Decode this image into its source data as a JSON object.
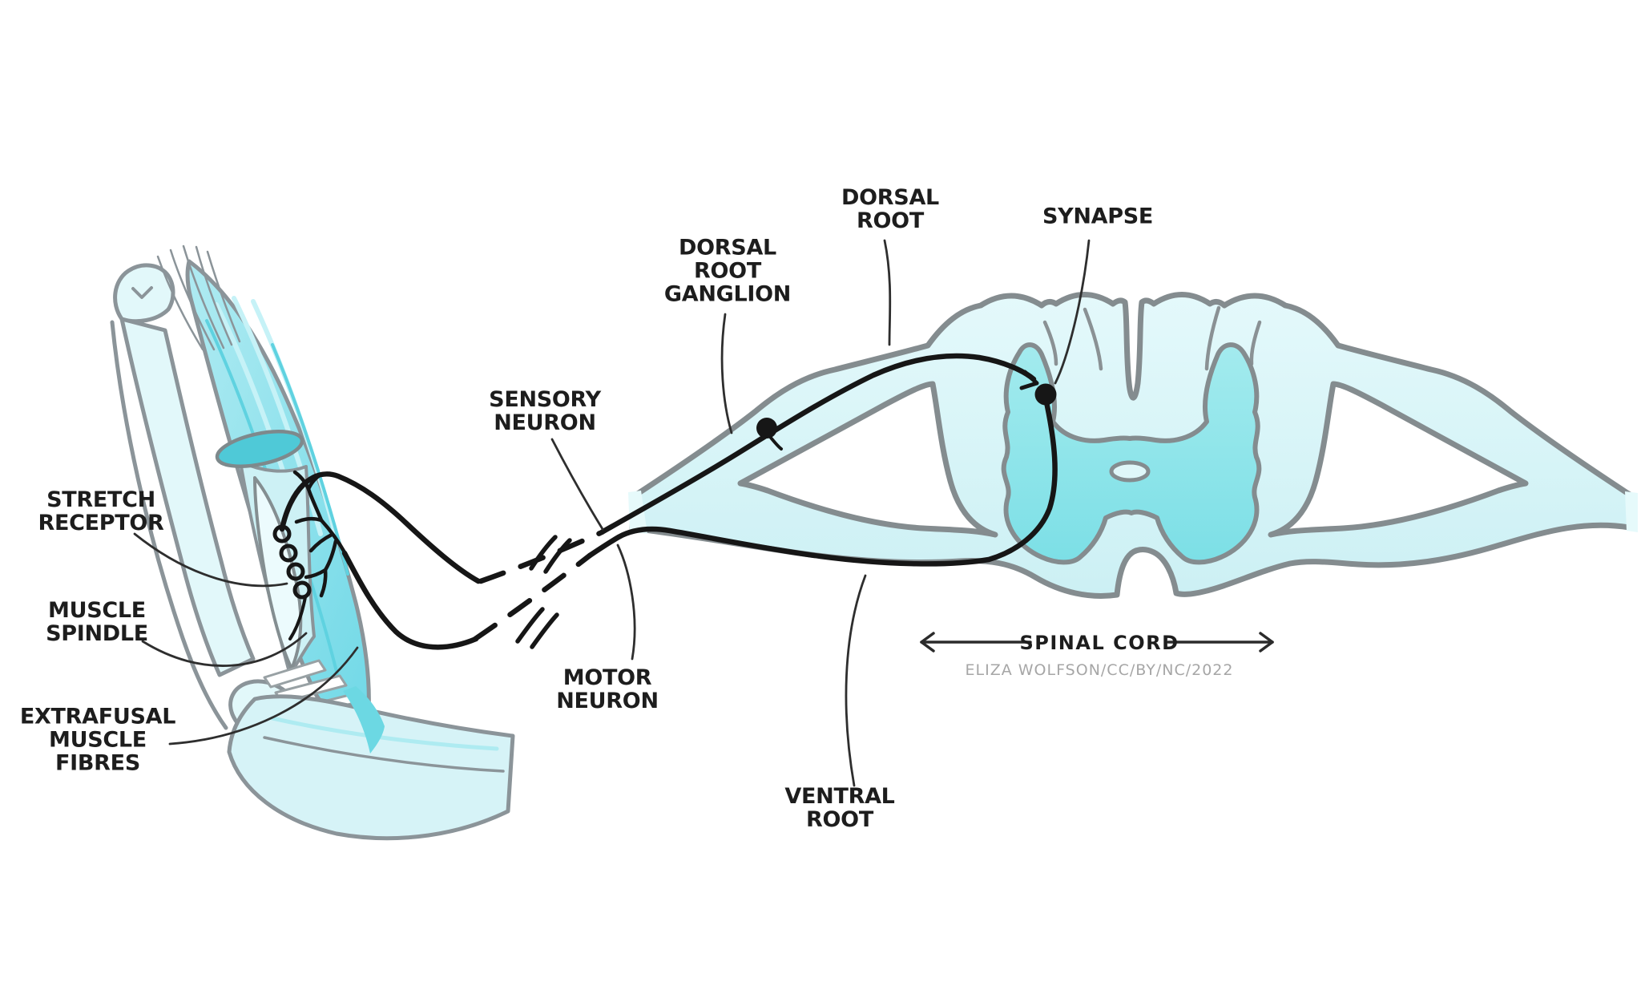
{
  "figure": {
    "subject": "stretch-reflex-arc-diagram",
    "credit": "ELIZA WOLFSON/CC/BY/NC/2022"
  },
  "labels": {
    "stretch_receptor": "STRETCH\nRECEPTOR",
    "muscle_spindle": "MUSCLE\nSPINDLE",
    "extrafusal_muscle_fibres": "EXTRAFUSAL\nMUSCLE\nFIBRES",
    "sensory_neuron": "SENSORY\nNEURON",
    "motor_neuron": "MOTOR\nNEURON",
    "dorsal_root_ganglion": "DORSAL\nROOT\nGANGLION",
    "dorsal_root": "DORSAL\nROOT",
    "synapse": "SYNAPSE",
    "ventral_root": "VENTRAL\nROOT",
    "spinal_cord": "SPINAL CORD"
  },
  "colors": {
    "background": "#ffffff",
    "outline_gray": "#848c8f",
    "white_matter_light": "#d8f3f6",
    "gray_matter_teal": "#8ce6ea",
    "muscle_cyan": "#8fe5ec",
    "cut_surface_teal": "#4fc9d7",
    "neuron_black": "#161616",
    "label_text": "#1d1d1d",
    "credit_text": "#a6a6a6"
  }
}
